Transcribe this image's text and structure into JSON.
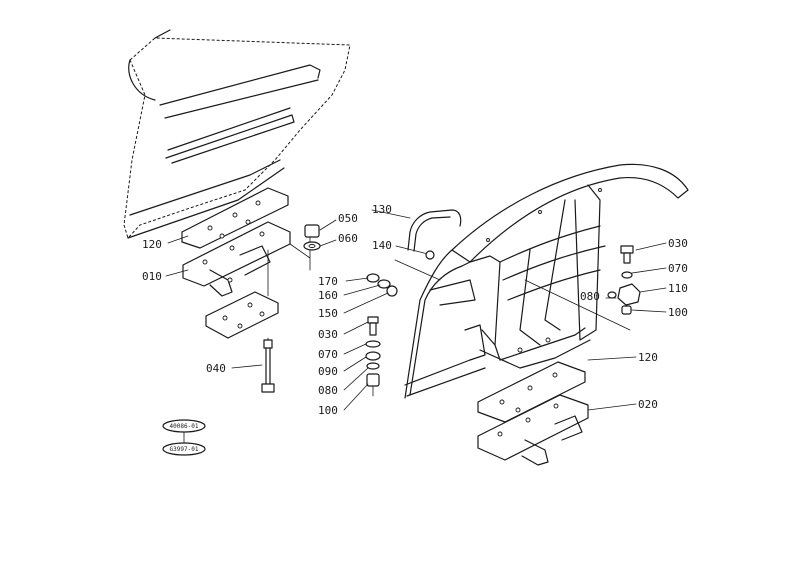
{
  "callouts": [
    {
      "id": "c050a",
      "text": "050"
    },
    {
      "id": "c060a",
      "text": "060"
    },
    {
      "id": "c120a",
      "text": "120"
    },
    {
      "id": "c010",
      "text": "010"
    },
    {
      "id": "c130",
      "text": "130"
    },
    {
      "id": "c140",
      "text": "140"
    },
    {
      "id": "c170",
      "text": "170"
    },
    {
      "id": "c160",
      "text": "160"
    },
    {
      "id": "c150",
      "text": "150"
    },
    {
      "id": "c030a",
      "text": "030"
    },
    {
      "id": "c070a",
      "text": "070"
    },
    {
      "id": "c090",
      "text": "090"
    },
    {
      "id": "c080a",
      "text": "080"
    },
    {
      "id": "c100a",
      "text": "100"
    },
    {
      "id": "c040",
      "text": "040"
    },
    {
      "id": "c030b",
      "text": "030"
    },
    {
      "id": "c070b",
      "text": "070"
    },
    {
      "id": "c110",
      "text": "110"
    },
    {
      "id": "c080b",
      "text": "080"
    },
    {
      "id": "c100b",
      "text": "100"
    },
    {
      "id": "c120b",
      "text": "120"
    },
    {
      "id": "c020",
      "text": "020"
    }
  ],
  "stamps": {
    "code_top": "40086-01",
    "code_bottom": "G3997-01"
  }
}
